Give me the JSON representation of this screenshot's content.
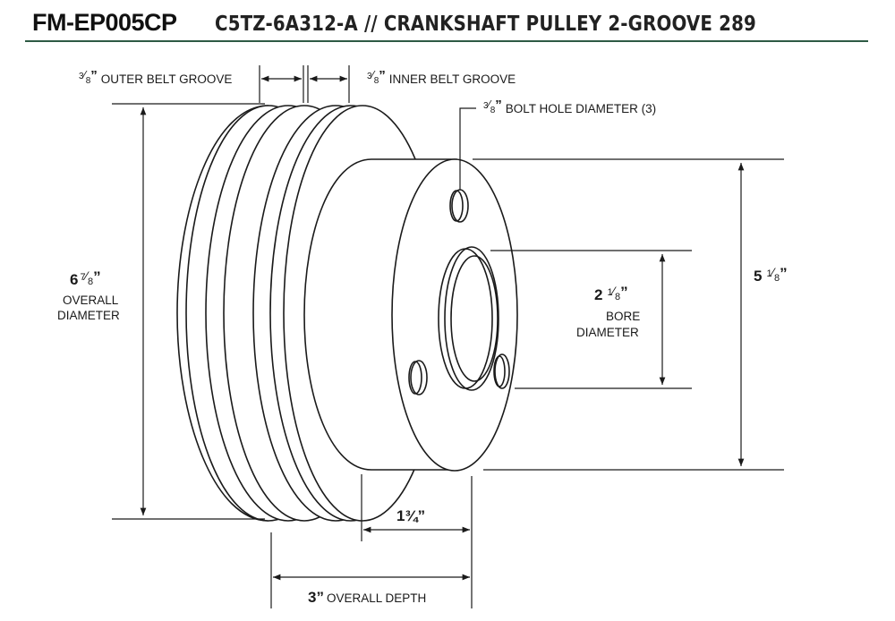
{
  "header": {
    "part_number": "FM-EP005CP",
    "description": "C5TZ-6A312-A // CRANKSHAFT PULLEY 2-GROOVE 289",
    "rule_color": "#2e5a44"
  },
  "dimensions": {
    "outer_groove": {
      "frac_num": "3",
      "frac_den": "8",
      "label": "OUTER BELT GROOVE"
    },
    "inner_groove": {
      "frac_num": "3",
      "frac_den": "8",
      "label": "INNER BELT GROOVE"
    },
    "bolt_hole": {
      "frac_num": "3",
      "frac_den": "8",
      "label": "BOLT HOLE DIAMETER (3)"
    },
    "overall_diameter": {
      "whole": "6",
      "frac_num": "7",
      "frac_den": "8",
      "line1": "OVERALL",
      "line2": "DIAMETER"
    },
    "hub_diameter": {
      "whole": "5",
      "frac_num": "1",
      "frac_den": "8"
    },
    "bore_diameter": {
      "whole": "2",
      "frac_num": "1",
      "frac_den": "8",
      "line1": "BORE",
      "line2": "DIAMETER"
    },
    "hub_depth": {
      "value": "1¾"
    },
    "overall_depth": {
      "value": "3",
      "label": "OVERALL DEPTH"
    }
  }
}
